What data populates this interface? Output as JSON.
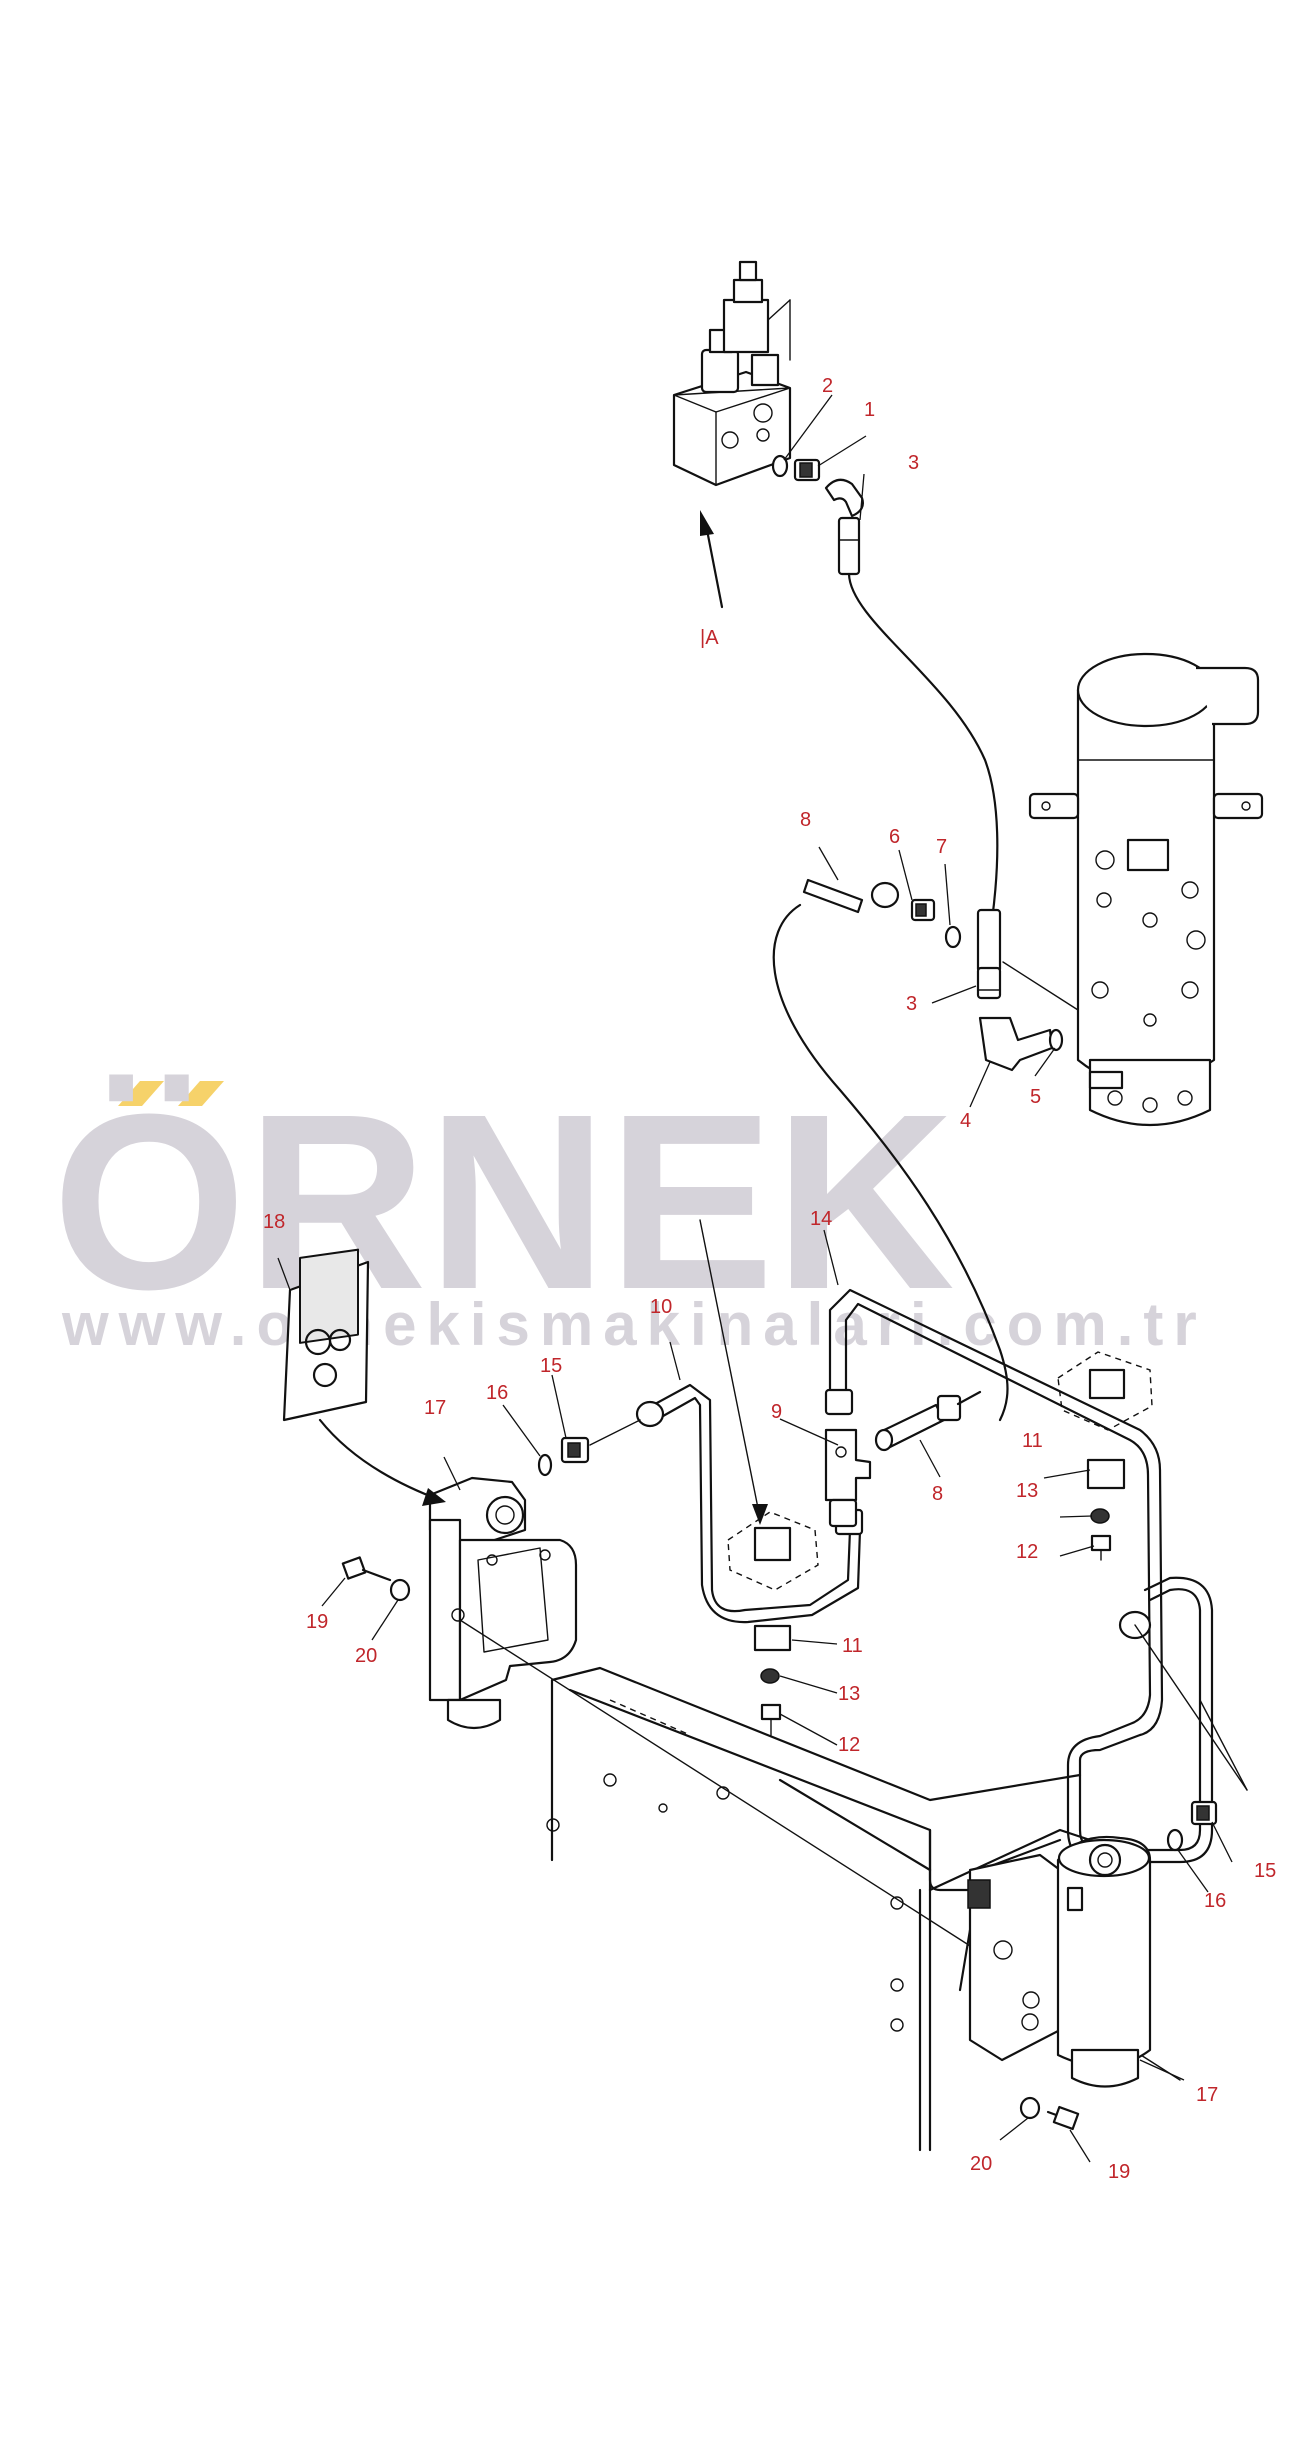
{
  "watermark": {
    "brand": "ÖRNEK",
    "url": "www.ornekismakinalari.com.tr",
    "accent_color": "#f6d26a",
    "text_color": "#d6d3da"
  },
  "view_label": "|A",
  "label_color": "#c0262b",
  "callouts": [
    "1",
    "2",
    "3",
    "3",
    "4",
    "5",
    "6",
    "7",
    "8",
    "8",
    "9",
    "10",
    "11",
    "11",
    "12",
    "12",
    "13",
    "13",
    "14",
    "15",
    "15",
    "16",
    "16",
    "17",
    "17",
    "18",
    "19",
    "19",
    "20",
    "20"
  ]
}
